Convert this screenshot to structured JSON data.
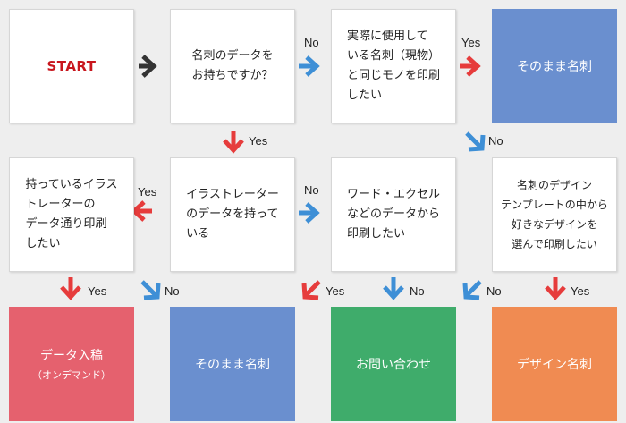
{
  "colors": {
    "red_arrow": "#e63c3c",
    "blue_arrow": "#3e8fd6",
    "black_arrow": "#333333",
    "blue_box": "#6a8fcf",
    "pink_box": "#e5616e",
    "green_box": "#3fac6b",
    "orange_box": "#f08b52"
  },
  "nodes": {
    "start": "START",
    "q1": "名刺のデータを\nお持ちですか？",
    "q2": "実際に使用して\nいる名刺（現物）\nと同じモノを印刷\nしたい",
    "q3": "イラストレーター\nのデータを持って\nいる",
    "q4": "持っているイラス\nトレーターの\nデータ通り印刷\nしたい",
    "q5": "ワード・エクセル\nなどのデータから\n印刷したい",
    "q6": "名刺のデザイン\nテンプレートの中から\n好きなデザインを\n選んで印刷したい"
  },
  "results": {
    "top_right": "そのまま名刺",
    "data_entry": "データ入稿",
    "data_entry_sub": "（オンデマンド）",
    "as_is": "そのまま名刺",
    "inquiry": "お問い合わせ",
    "design": "デザイン名刺"
  },
  "labels": {
    "yes": "Yes",
    "no": "No"
  }
}
